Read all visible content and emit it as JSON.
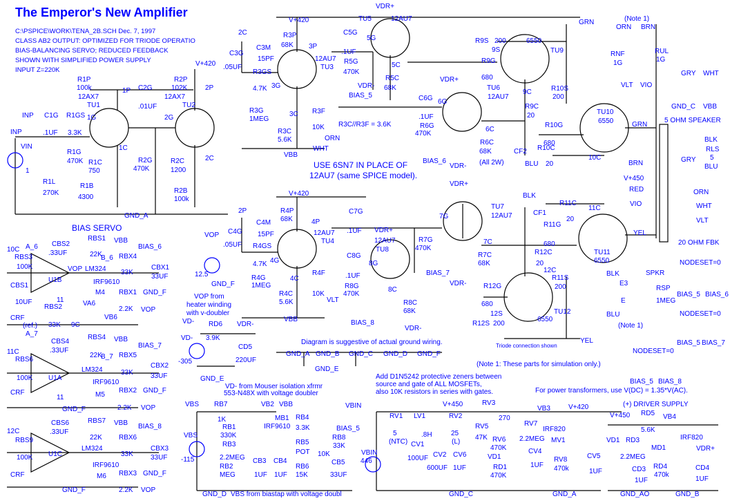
{
  "title": "The Emperor's New Amplifier",
  "header_notes": [
    "C:\\PSPICE\\WORK\\TENA_2B.SCH  Dec. 7, 1997",
    "CLASS AB2 OUTPUT: OPTIMIZED FOR TRIODE OPERATIO",
    "BIAS-BALANCING SERVO;  REDUCED FEEDBACK",
    "SHOWN WITH SIMPLIFIED POWER SUPPLY",
    "INPUT Z=220K"
  ],
  "colors": {
    "text": "#0000ff",
    "wire": "#000000",
    "background": "#ffffff"
  },
  "labels": [
    "V+420",
    "R1P",
    "100k",
    "12AX7",
    "1P",
    "C2G",
    ".01UF",
    "R2P",
    "102K",
    "12AX7",
    "2P",
    "TU1",
    "TU2",
    "1G",
    "2G",
    "INP",
    "C1G",
    "R1GS",
    ".1UF",
    "3.3K",
    "INP",
    "VIN",
    "1",
    "R1G",
    "470K",
    "1C",
    "R1C",
    "750",
    "R2G",
    "470K",
    "R2C",
    "1200",
    "2C",
    "R1L",
    "270K",
    "R1B",
    "4300",
    "R2B",
    "100k",
    "GND_A",
    "2C",
    "C3G",
    ".05UF",
    "C3M",
    "15PF",
    "R3P",
    "68K",
    "V+420",
    "3P",
    "R3GS",
    "4.7K",
    "3G",
    "12AU7",
    "TU3",
    "C5G",
    ".1UF",
    "5G",
    "R5G",
    "470K",
    "BIAS_5",
    "R5C",
    "68K",
    "VDR-",
    "TU5",
    "12AU7",
    "VDR+",
    "5C",
    "R3G",
    "1MEG",
    "3C",
    "R3F",
    "10K",
    "R3C//R3F = 3.6K",
    "ORN",
    "R3C",
    "5.6K",
    "WHT",
    "VBB",
    "USE 6SN7 IN PLACE OF",
    "12AU7 (same SPICE model).",
    "C6G",
    ".1UF",
    "6G",
    "R6G",
    "470K",
    "BIAS_6",
    "VDR+",
    "TU6",
    "12AU7",
    "6C",
    "R6C",
    "68K",
    "VDR-",
    "(All 2W)",
    "R9S",
    "200",
    "9S",
    "6550",
    "TU9",
    "GRN",
    "R9G",
    "680",
    "9C",
    "R9C",
    "20",
    "R10S",
    "200",
    "R10G",
    "680",
    "CF2",
    "R10C",
    "20",
    "10C",
    "BLU",
    "TU10",
    "6550",
    "(Note 1)",
    "ORN",
    "BRN",
    "RNF",
    "1G",
    "RUL",
    "1G",
    "VLT",
    "VIO",
    "GRY",
    "WHT",
    "GND_C",
    "VBB",
    "5 OHM SPEAKER",
    "GRN",
    "BLK",
    "RLS",
    "GRY",
    "5",
    "BLU",
    "BRN",
    "V+450",
    "RED",
    "VIO",
    "ORN",
    "WHT",
    "VLT",
    "YEL",
    "20 OHM FBK",
    "NODESET=0",
    "BIAS_5",
    "BIAS_6",
    "NODESET=0",
    "BIAS_5",
    "BIAS_7",
    "NODESET=0",
    "BIAS_5",
    "BIAS_8",
    "BLK",
    "E3",
    "E",
    "SPKR",
    "RSP",
    "1MEG",
    "BLU",
    "(Note 1)",
    "2P",
    "C4G",
    ".05UF",
    "C4M",
    "15PF",
    "R4P",
    "68K",
    "V+420",
    "4P",
    "R4GS",
    "4.7K",
    "4G",
    "12AU7",
    "TU4",
    "C7G",
    ".1UF",
    "7G",
    "VDR+",
    "12AU7",
    "TU8",
    "TU7",
    "12AU7",
    "VDR+",
    "R7G",
    "470K",
    "BIAS_7",
    "7C",
    "R7C",
    "68K",
    "VDR-",
    "C8G",
    ".1UF",
    "8G",
    "R8G",
    "470K",
    "BIAS_8",
    "8C",
    "R8C",
    "68K",
    "VDR-",
    "R4G",
    "1MEG",
    "4C",
    "R4F",
    "10K",
    "VLT",
    "R4C",
    "5.6K",
    "VBB",
    "VOP",
    "12.5",
    "GND_F",
    "VOP from",
    "heater winding",
    "with v-doubler",
    "BLK",
    "CF1",
    "R11C",
    "20",
    "11C",
    "R11G",
    "680",
    "TU11",
    "6550",
    "R12C",
    "20",
    "12C",
    "R11S",
    "200",
    "R12G",
    "680",
    "12S",
    "R12S",
    "200",
    "6550",
    "TU12",
    "Triode connection shown",
    "YEL",
    "BIAS SERVO",
    "A_6",
    "CBS2",
    ".33UF",
    "RBS1",
    "VBB",
    "BIAS_6",
    "10C",
    "RBS3",
    "100K",
    "22K",
    "B_6",
    "RBX4",
    "33K",
    "CBX1",
    "33UF",
    "VOP",
    "LM324",
    "U1B",
    "IRF9610",
    "CBS1",
    "10UF",
    "M4",
    "RBX1",
    "GND_F",
    "RBS2",
    "VA6",
    "VB6",
    "2.2K",
    "VOP",
    "CRF",
    "(ref.)",
    "33K",
    "9C",
    "11",
    "A_7",
    "CBS4",
    ".33UF",
    "RBS4",
    "VBB",
    "BIAS_7",
    "11C",
    "RBS6",
    "100K",
    "22K",
    "B_7",
    "RBX5",
    "33K",
    "CBX2",
    "33UF",
    "U1A",
    "LM324",
    "IRF9610",
    "M5",
    "RBX2",
    "GND_F",
    "2.2K",
    "VOP",
    "CRF",
    "GND_F",
    "11",
    "CBS6",
    ".33UF",
    "RBS7",
    "VBB",
    "BIAS_8",
    "12C",
    "RBS9",
    "100K",
    "22K",
    "RBX6",
    "33K",
    "CBX3",
    "33UF",
    "U1C",
    "LM324",
    "IRF9610",
    "M6",
    "RBX3",
    "GND_F",
    "2.2K",
    "VOP",
    "CRF",
    "GND_F",
    "VD-",
    "VD-",
    "RD6",
    "3.9K",
    "VDR-",
    "CD5",
    "220UF",
    "-305",
    "GND_E",
    "VD- from Mouser isolation xfrmr",
    "553-N48X with voltage doubler",
    "Diagram is suggestive of actual ground wiring.",
    "GND_A",
    "GND_B",
    "GND_C",
    "GND_D",
    "GND_F",
    "GND_E",
    "(Note 1:  These parts for simulation only.)",
    "Add D1N5242 protective zeners between",
    "source and gate of ALL MOSFETs,",
    "also 10K resistors in series with gates.",
    "For power transformers, use V(DC) = 1.35*V(AC).",
    "VBS",
    "RB7",
    "1K",
    "VB2",
    "VBB",
    "RB1",
    "330K",
    "MB1",
    "IRF9610",
    "VBS",
    "RB3",
    "2.2MEG",
    "RB2",
    "MEG",
    "-115",
    "CB3",
    "1UF",
    "CB4",
    "1UF",
    "RB4",
    "3.3K",
    "RB5",
    "POT",
    "10K",
    "RB6",
    "15K",
    "GND_D",
    "VBS from biastap with voltage doubl",
    "BIAS_5",
    "RB8",
    "33K",
    "CB5",
    "33UF",
    "VBIN",
    "RV1",
    "5",
    "(NTC)",
    "VBIN",
    "446",
    "CV1",
    "100UF",
    "LV1",
    ".8H",
    "RV2",
    "25",
    "(L)",
    "CV2",
    "600UF",
    "CV6",
    "1UF",
    "GND_C",
    "V+450",
    "RV3",
    "270",
    "VB3",
    "V+420",
    "RV5",
    "47K",
    "RV7",
    "2.2MEG",
    "IRF820",
    "MV1",
    "RV6",
    "470K",
    "VD1",
    "CV4",
    "1UF",
    "RD1",
    "470K",
    "RV8",
    "470k",
    "CV5",
    "1UF",
    "GND_A",
    "(+) DRIVER SUPPLY",
    "V+450",
    "RD5",
    "5.6K",
    "VB4",
    "IRF820",
    "VD1",
    "RD3",
    "2.2MEG",
    "MD1",
    "VDR+",
    "CD3",
    "1UF",
    "RD4",
    "470k",
    "CD4",
    "1UF",
    "GND_AO",
    "GND_B"
  ]
}
